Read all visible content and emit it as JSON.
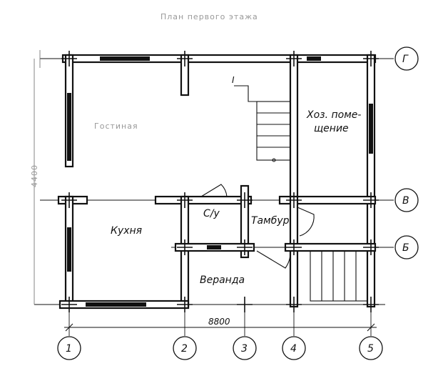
{
  "plan": {
    "title": "План первого этажа",
    "rooms": {
      "living": "Гостиная",
      "utility": [
        "Хоз. поме-",
        "щение"
      ],
      "kitchen": "Кухня",
      "bathroom": "С/у",
      "vestibule": "Тамбур",
      "veranda": "Веранда"
    },
    "stair_mark": "I",
    "dimension": "8800",
    "left_dim": "4400",
    "grid_columns": [
      "1",
      "2",
      "3",
      "4",
      "5"
    ],
    "grid_rows": [
      "Г",
      "В",
      "Б"
    ]
  }
}
